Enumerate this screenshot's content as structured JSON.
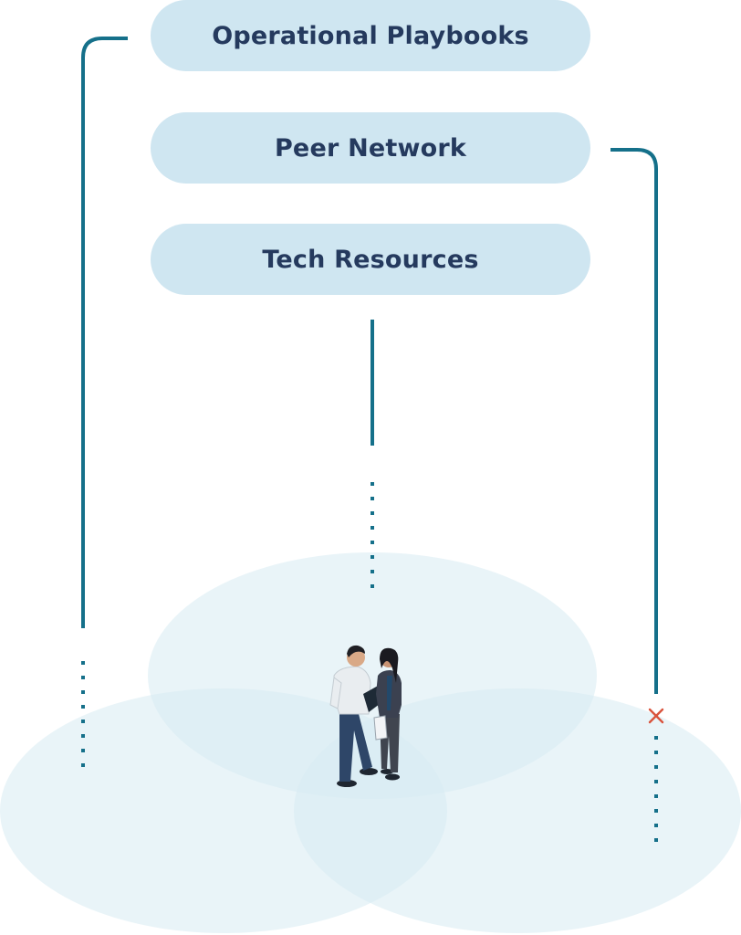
{
  "pills": [
    {
      "label": "Operational Playbooks"
    },
    {
      "label": "Peer Network"
    },
    {
      "label": "Tech Resources"
    }
  ],
  "colors": {
    "pill_fill": "#cfe6f1",
    "pill_text": "#253a5e",
    "connector": "#15708a",
    "ellipse_fill": "#d7ebf3",
    "marker": "#d9533c"
  },
  "icons": {
    "people": "two-people-standing-icon",
    "marker": "x-mark-icon"
  }
}
